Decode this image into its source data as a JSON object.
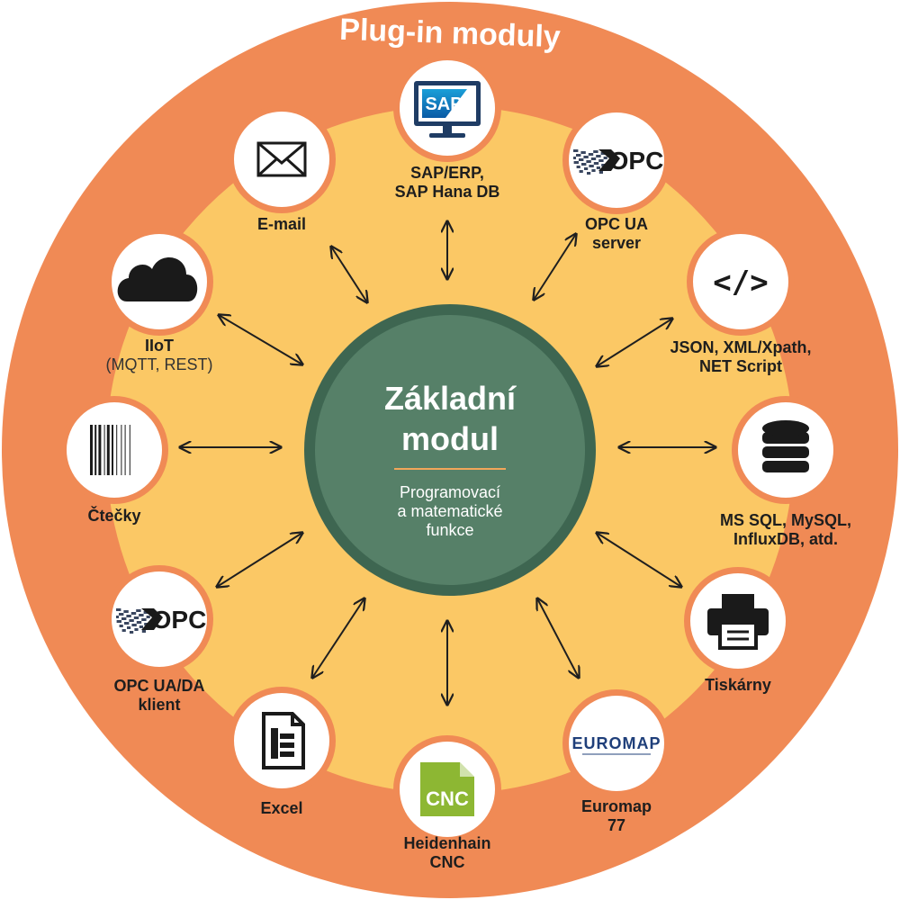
{
  "colors": {
    "outer_ring": "#F08A55",
    "inner_disc": "#FBC865",
    "core": "#568068",
    "core_rim": "#3E6651",
    "node_fill": "#ffffff",
    "node_border": "#F08A55",
    "divider": "#F2A65A",
    "arrow": "#1f1f1f"
  },
  "ring_title": "Plug-in moduly",
  "core": {
    "title_line1": "Základní",
    "title_line2": "modul",
    "desc_line1": "Programovací",
    "desc_line2": "a matematické",
    "desc_line3": "funkce"
  },
  "nodes": [
    {
      "id": "sap",
      "icon": "sap-monitor-icon",
      "icon_text": "SAP",
      "line1": "SAP/ERP,",
      "line2": "SAP Hana DB"
    },
    {
      "id": "opc-server",
      "icon": "opc-logo-icon",
      "icon_text": "OPC",
      "line1": "OPC UA",
      "line2": "server"
    },
    {
      "id": "script",
      "icon": "code-brackets-icon",
      "icon_text": "</>",
      "line1": "JSON, XML/Xpath,",
      "line2": "NET Script"
    },
    {
      "id": "database",
      "icon": "database-icon",
      "line1": "MS SQL, MySQL,",
      "line2": "InfluxDB, atd."
    },
    {
      "id": "printer",
      "icon": "printer-icon",
      "line1": "Tiskárny"
    },
    {
      "id": "euromap",
      "icon": "euromap-logo-icon",
      "icon_text": "EUROMAP",
      "line1": "Euromap",
      "line2": "77"
    },
    {
      "id": "heidenhain",
      "icon": "cnc-logo-icon",
      "icon_text": "CNC",
      "line1": "Heidenhain",
      "line2": "CNC"
    },
    {
      "id": "excel",
      "icon": "spreadsheet-document-icon",
      "line1": "Excel"
    },
    {
      "id": "opc-client",
      "icon": "opc-logo-icon",
      "icon_text": "OPC",
      "line1": "OPC UA/DA",
      "line2": "klient"
    },
    {
      "id": "readers",
      "icon": "barcode-icon",
      "line1": "Čtečky"
    },
    {
      "id": "iiot",
      "icon": "cloud-icon",
      "line1": "IIoT",
      "sub": "(MQTT, REST)"
    },
    {
      "id": "email",
      "icon": "envelope-icon",
      "line1": "E-mail"
    }
  ]
}
